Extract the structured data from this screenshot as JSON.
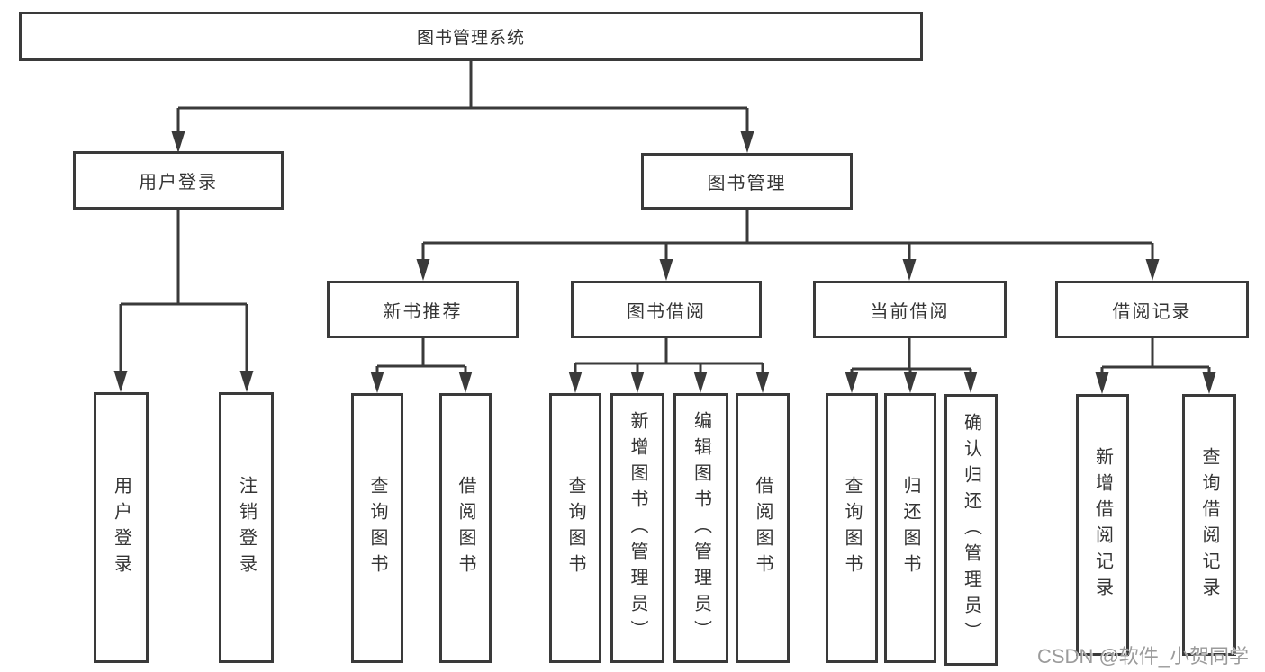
{
  "diagram": {
    "colors": {
      "line": "#3a3a3a",
      "box_border": "#3a3a3a",
      "box_fill": "#ffffff",
      "text": "#343434",
      "background": "#ffffff",
      "watermark_text_color": "#9b9b9b"
    },
    "tree": {
      "label": "图书管理系统",
      "children": [
        {
          "label": "用户登录",
          "children": [
            {
              "label": "用户登录"
            },
            {
              "label": "注销登录"
            }
          ]
        },
        {
          "label": "图书管理",
          "children": [
            {
              "label": "新书推荐",
              "children": [
                {
                  "label": "查询图书"
                },
                {
                  "label": "借阅图书"
                }
              ]
            },
            {
              "label": "图书借阅",
              "children": [
                {
                  "label": "查询图书"
                },
                {
                  "label": "新增图书（管理员）"
                },
                {
                  "label": "编辑图书（管理员）"
                },
                {
                  "label": "借阅图书"
                }
              ]
            },
            {
              "label": "当前借阅",
              "children": [
                {
                  "label": "查询图书"
                },
                {
                  "label": "归还图书"
                },
                {
                  "label": "确认归还（管理员）"
                }
              ]
            },
            {
              "label": "借阅记录",
              "children": [
                {
                  "label": "新增借阅记录"
                },
                {
                  "label": "查询借阅记录"
                }
              ]
            }
          ]
        }
      ]
    },
    "watermark": {
      "text": "CSDN @软件_小贺同学"
    }
  }
}
